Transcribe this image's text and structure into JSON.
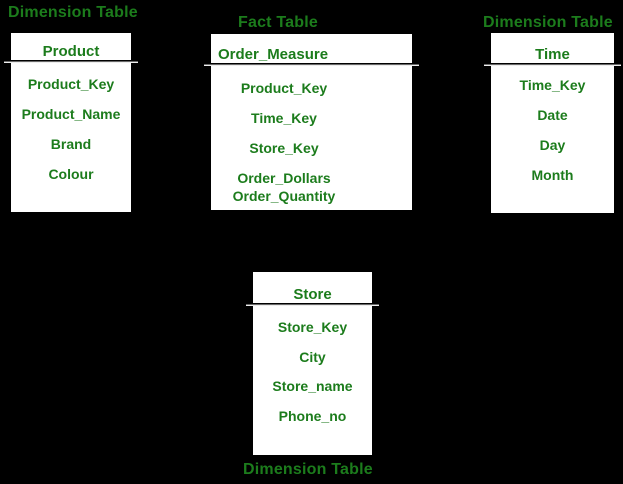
{
  "colors": {
    "background": "#000000",
    "text_green": "#1c7c1c",
    "box_background": "#ffffff",
    "separator_dark": "#000000",
    "separator_light": "#ffffff"
  },
  "labels": {
    "top_left": "Dimension Table",
    "top_center": "Fact Table",
    "top_right": "Dimension Table",
    "bottom_center": "Dimension Table"
  },
  "tables": {
    "product": {
      "title": "Product",
      "fields": [
        "Product_Key",
        "Product_Name",
        "Brand",
        "Colour"
      ]
    },
    "fact": {
      "title": "Order_Measure",
      "fields": [
        "Product_Key",
        "Time_Key",
        "Store_Key",
        "Order_Dollars",
        "Order_Quantity"
      ]
    },
    "time": {
      "title": "Time",
      "fields": [
        "Time_Key",
        "Date",
        "Day",
        "Month"
      ]
    },
    "store": {
      "title": "Store",
      "fields": [
        "Store_Key",
        "City",
        "Store_name",
        "Phone_no"
      ]
    }
  }
}
